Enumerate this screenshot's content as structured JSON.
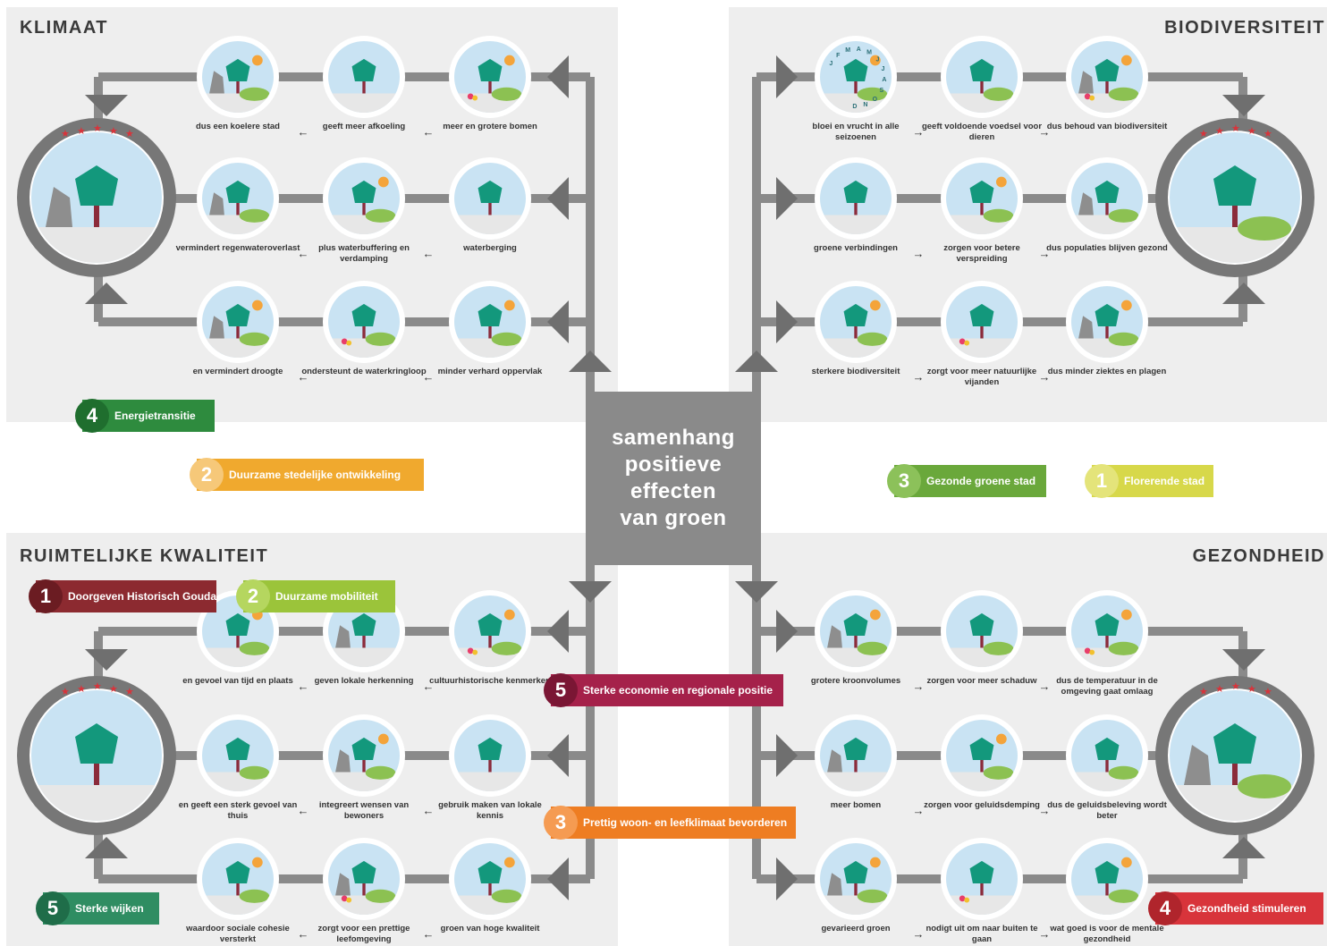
{
  "center_title_lines": [
    "samenhang",
    "positieve",
    "effecten",
    "van groen"
  ],
  "colors": {
    "panel": "#eeeeee",
    "connector": "#8a8a8a",
    "circle": "#c9e3f3",
    "tree": "#13987c"
  },
  "quadrants": {
    "klimaat": {
      "title": "KLIMAAT",
      "rows": [
        [
          "dus een koelere stad",
          "geeft meer afkoeling",
          "meer en grotere bomen"
        ],
        [
          "vermindert regenwateroverlast",
          "plus waterbuffering en verdamping",
          "waterberging"
        ],
        [
          "en vermindert droogte",
          "ondersteunt de waterkringloop",
          "minder verhard oppervlak"
        ]
      ]
    },
    "biodiversiteit": {
      "title": "BIODIVERSITEIT",
      "rows": [
        [
          "bloei en vrucht in alle seizoenen",
          "geeft voldoende voedsel voor dieren",
          "dus behoud van biodiversiteit"
        ],
        [
          "groene verbindingen",
          "zorgen voor betere verspreiding",
          "dus populaties blijven gezond"
        ],
        [
          "sterkere biodiversiteit",
          "zorgt voor meer natuurlijke vijanden",
          "dus minder ziektes en plagen"
        ]
      ],
      "calendar_letters": "JFMAMJJASOND"
    },
    "ruimtelijke": {
      "title": "RUIMTELIJKE KWALITEIT",
      "rows": [
        [
          "en gevoel van tijd en plaats",
          "geven lokale herkenning",
          "cultuurhistorische kenmerken"
        ],
        [
          "en geeft een sterk gevoel van thuis",
          "integreert wensen van bewoners",
          "gebruik maken van lokale kennis"
        ],
        [
          "waardoor sociale cohesie versterkt",
          "zorgt voor een prettige leefomgeving",
          "groen van hoge kwaliteit"
        ]
      ]
    },
    "gezondheid": {
      "title": "GEZONDHEID",
      "rows": [
        [
          "grotere kroonvolumes",
          "zorgen voor meer schaduw",
          "dus de temperatuur in de omgeving gaat omlaag"
        ],
        [
          "meer bomen",
          "zorgen voor geluidsdemping",
          "dus de geluidsbeleving wordt beter"
        ],
        [
          "gevarieerd groen",
          "nodigt uit om naar buiten te gaan",
          "wat goed is voor de mentale gezondheid"
        ]
      ]
    }
  },
  "arrow_left": "←",
  "arrow_right": "→",
  "badges": [
    {
      "num": "4",
      "label": "Energietransitie",
      "color": "#2e8b3e",
      "dark": "#1f6e2e"
    },
    {
      "num": "2",
      "label": "Duurzame stedelijke ontwikkeling",
      "color": "#f0a92e",
      "dark": "#f6c879"
    },
    {
      "num": "3",
      "label": "Gezonde groene stad",
      "color": "#6aa83b",
      "dark": "#8cc15a"
    },
    {
      "num": "1",
      "label": "Florerende stad",
      "color": "#d7d84a",
      "dark": "#e4e47a"
    },
    {
      "num": "1",
      "label": "Doorgeven Historisch Gouda",
      "color": "#8c2a30",
      "dark": "#6b1c22"
    },
    {
      "num": "2",
      "label": "Duurzame mobiliteit",
      "color": "#9bc43a",
      "dark": "#b5d65f"
    },
    {
      "num": "5",
      "label": "Sterke economie en regionale positie",
      "color": "#a5214a",
      "dark": "#7a1634"
    },
    {
      "num": "3",
      "label": "Prettig woon- en leefklimaat bevorderen",
      "color": "#ee7d22",
      "dark": "#f59b52"
    },
    {
      "num": "5",
      "label": "Sterke wijken",
      "color": "#2f8d62",
      "dark": "#1f6d49"
    },
    {
      "num": "4",
      "label": "Gezondheid stimuleren",
      "color": "#d8343b",
      "dark": "#b0252c"
    }
  ]
}
